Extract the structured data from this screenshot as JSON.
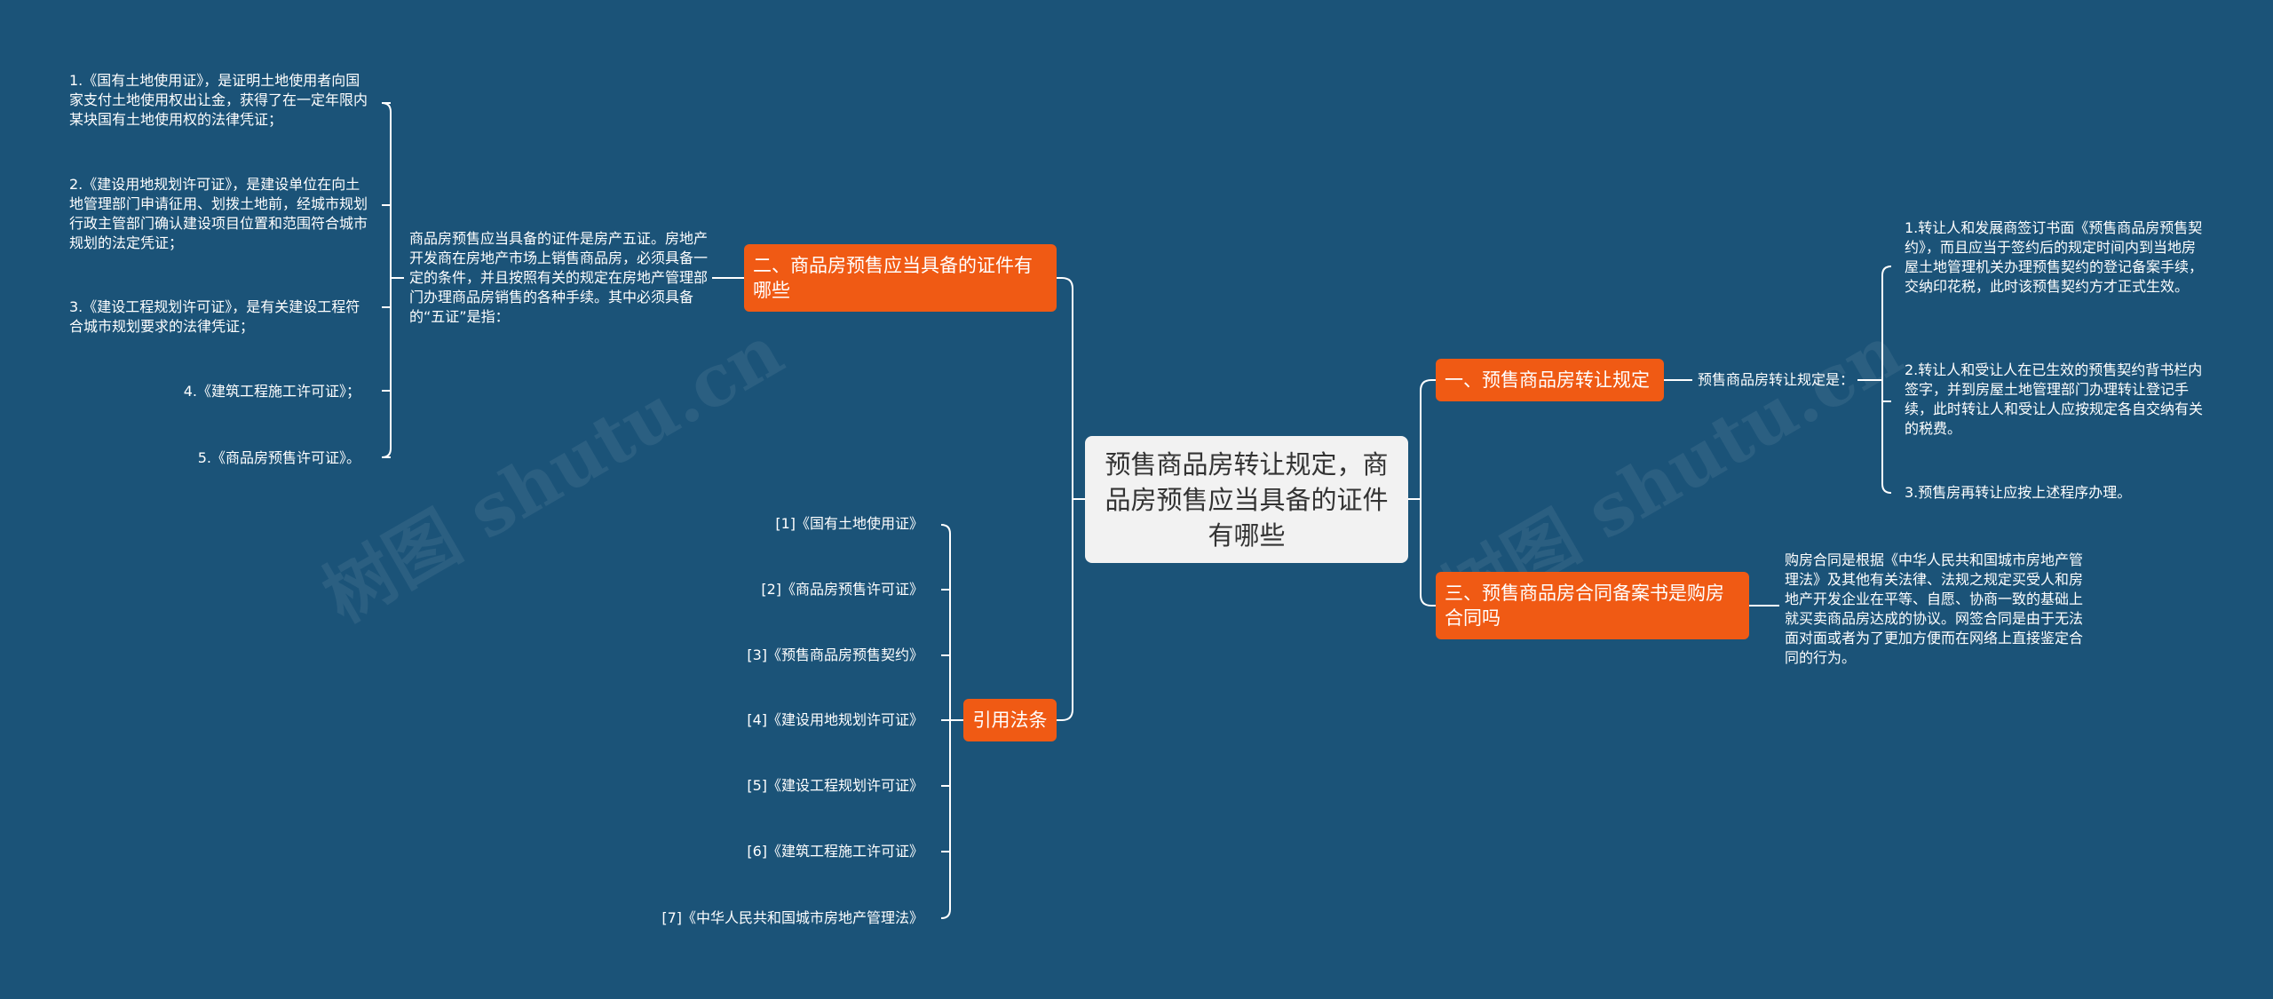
{
  "root": {
    "title": "预售商品房转让规定，商品房预售应当具备的证件有哪些"
  },
  "left": {
    "branch1": {
      "label": "二、商品房预售应当具备的证件有哪些",
      "desc": "商品房预售应当具备的证件是房产五证。房地产开发商在房地产市场上销售商品房，必须具备一定的条件，并且按照有关的规定在房地产管理部门办理商品房销售的各种手续。其中必须具备的“五证”是指：",
      "items": [
        "1.《国有土地使用证》，是证明土地使用者向国家支付土地使用权出让金，获得了在一定年限内某块国有土地使用权的法律凭证；",
        "2.《建设用地规划许可证》，是建设单位在向土地管理部门申请征用、划拨土地前，经城市规划行政主管部门确认建设项目位置和范围符合城市规划的法定凭证；",
        "3.《建设工程规划许可证》，是有关建设工程符合城市规划要求的法律凭证；",
        "4.《建筑工程施工许可证》；",
        "5.《商品房预售许可证》。"
      ]
    },
    "branch2": {
      "label": "引用法条",
      "items": [
        "[1]《国有土地使用证》",
        "[2]《商品房预售许可证》",
        "[3]《预售商品房预售契约》",
        "[4]《建设用地规划许可证》",
        "[5]《建设工程规划许可证》",
        "[6]《建筑工程施工许可证》",
        "[7]《中华人民共和国城市房地产管理法》"
      ]
    }
  },
  "right": {
    "branch1": {
      "label": "一、预售商品房转让规定",
      "desc": "预售商品房转让规定是：",
      "items": [
        "1.转让人和发展商签订书面《预售商品房预售契约》，而且应当于签约后的规定时间内到当地房屋土地管理机关办理预售契约的登记备案手续，交纳印花税，此时该预售契约方才正式生效。",
        "2.转让人和受让人在已生效的预售契约背书栏内签字，并到房屋土地管理部门办理转让登记手续，此时转让人和受让人应按规定各自交纳有关的税费。",
        "3.预售房再转让应按上述程序办理。"
      ]
    },
    "branch2": {
      "label": "三、预售商品房合同备案书是购房合同吗",
      "desc": "购房合同是根据《中华人民共和国城市房地产管理法》及其他有关法律、法规之规定买受人和房地产开发企业在平等、自愿、协商一致的基础上就买卖商品房达成的协议。网签合同是由于无法面对面或者为了更加方便而在网络上直接鉴定合同的行为。"
    }
  },
  "colors": {
    "background": "#1b5378",
    "branch": "#f05a14",
    "root": "#f2f2f2",
    "line": "#ffffff"
  }
}
